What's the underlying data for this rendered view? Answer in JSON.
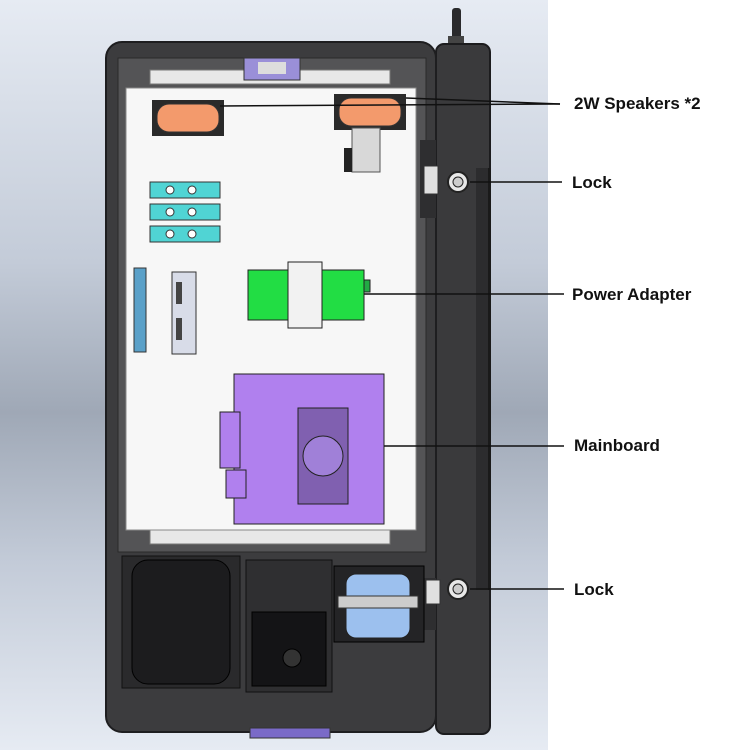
{
  "callouts": {
    "speakers": "2W Speakers *2",
    "lock_top": "Lock",
    "power_adapter": "Power Adapter",
    "mainboard": "Mainboard",
    "lock_bottom": "Lock"
  },
  "colors": {
    "cabinet": "#3c3c3e",
    "cabinet_edge": "#1e1e20",
    "panel": "#f7f7f7",
    "speaker": "#f39a6c",
    "power_adapter": "#22dd44",
    "mainboard": "#b080ee",
    "connector": "#50d4d4",
    "scanner_window": "#9cc0ee"
  },
  "icons": {
    "lock_top": "lock-cylinder-icon",
    "lock_bottom": "lock-cylinder-icon"
  }
}
